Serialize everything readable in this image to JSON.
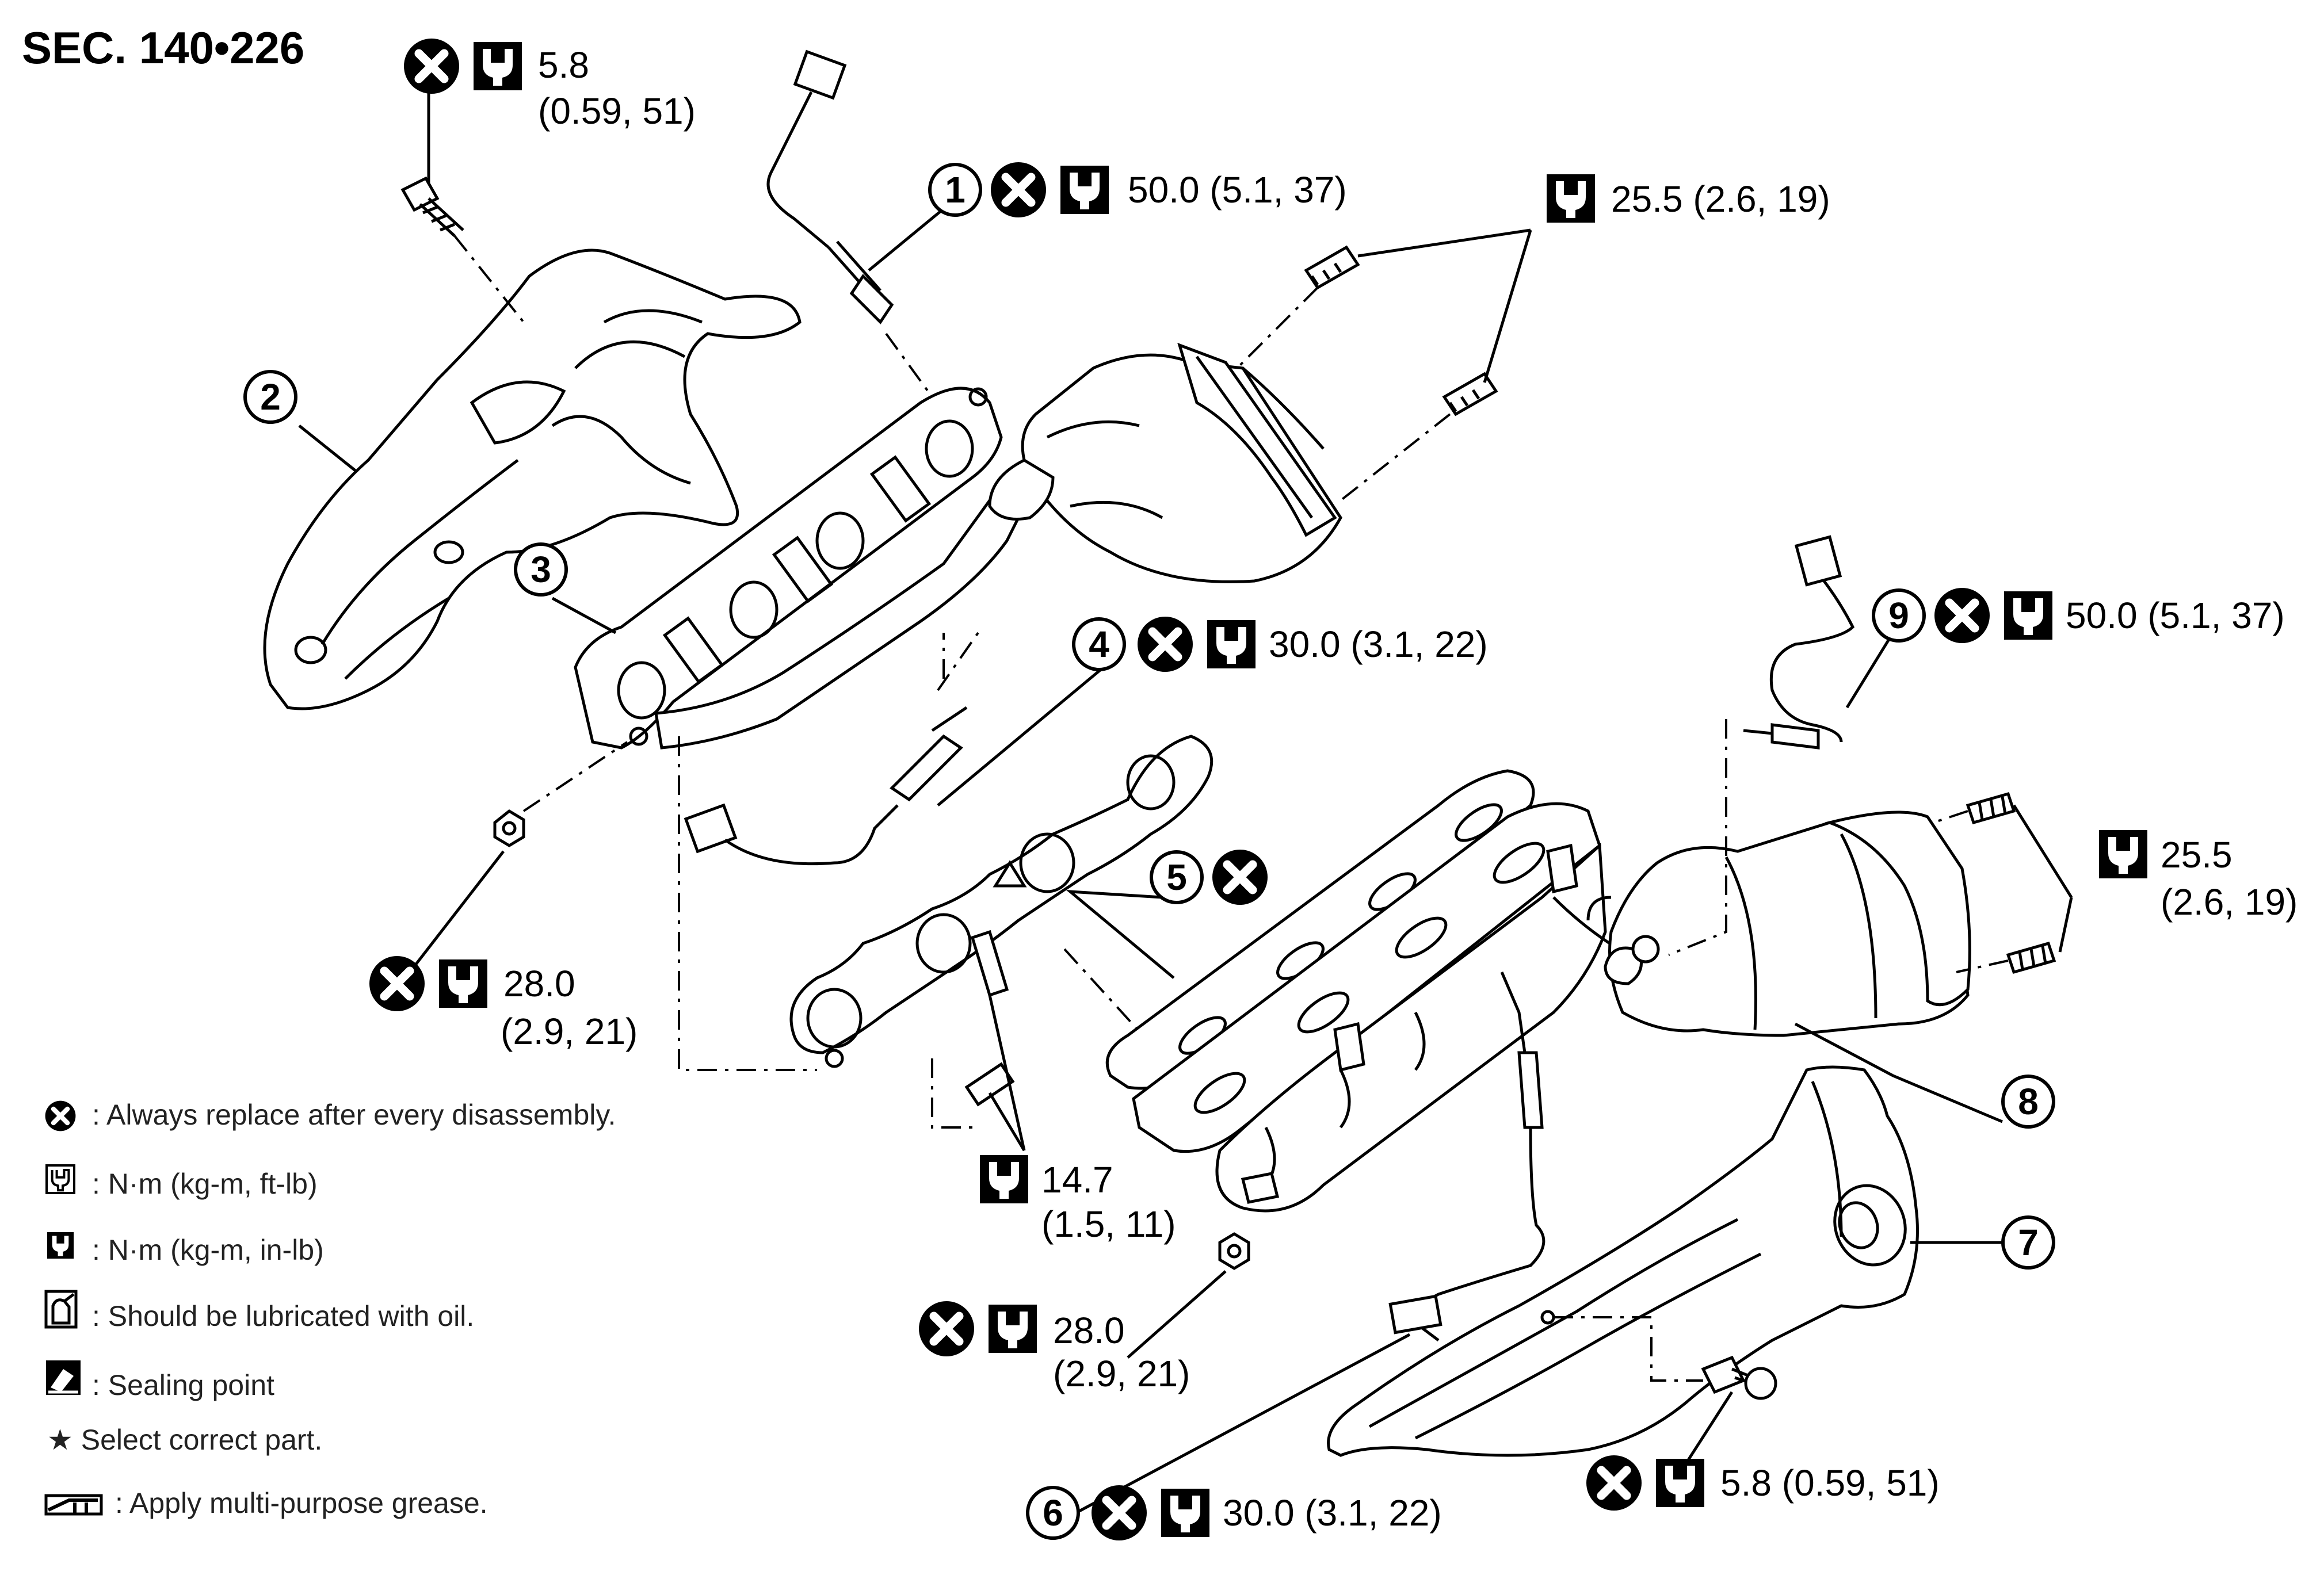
{
  "section_title": "SEC. 140•226",
  "callouts": {
    "c1": {
      "number": "1",
      "torque": "50.0 (5.1, 37)"
    },
    "c2": {
      "number": "2"
    },
    "c3": {
      "number": "3"
    },
    "c4": {
      "number": "4",
      "torque": "30.0 (3.1, 22)"
    },
    "c5": {
      "number": "5"
    },
    "c6": {
      "number": "6",
      "torque": "30.0 (3.1, 22)"
    },
    "c7": {
      "number": "7"
    },
    "c8": {
      "number": "8"
    },
    "c9": {
      "number": "9",
      "torque": "50.0 (5.1, 37)"
    }
  },
  "torque_labels": {
    "top_bolt": {
      "line1": "5.8",
      "line2": "(0.59, 51)"
    },
    "studs_top": {
      "line1": "25.5 (2.6, 19)"
    },
    "nut_left": {
      "line1": "28.0",
      "line2": "(2.9, 21)"
    },
    "studs_right": {
      "line1": "25.5",
      "line2": "(2.6, 19)"
    },
    "studs_middle": {
      "line1": "14.7",
      "line2": "(1.5, 11)"
    },
    "nut_bottom": {
      "line1": "28.0",
      "line2": "(2.9, 21)"
    },
    "bolt_bottom": {
      "line1": "5.8 (0.59, 51)"
    }
  },
  "legend": [
    {
      "icon": "replace-icon",
      "text": ": Always replace after every disassembly."
    },
    {
      "icon": "torque-wrench-icon",
      "text": ": N·m (kg-m, ft-lb)"
    },
    {
      "icon": "torque-wrench-solid-icon",
      "text": ": N·m (kg-m, in-lb)"
    },
    {
      "icon": "oil-can-icon",
      "text": ": Should be lubricated with oil."
    },
    {
      "icon": "sealing-point-icon",
      "text": ": Sealing point"
    },
    {
      "icon": "star-icon",
      "text": "★ Select correct part."
    },
    {
      "icon": "grease-icon",
      "text": ": Apply multi-purpose grease."
    }
  ]
}
